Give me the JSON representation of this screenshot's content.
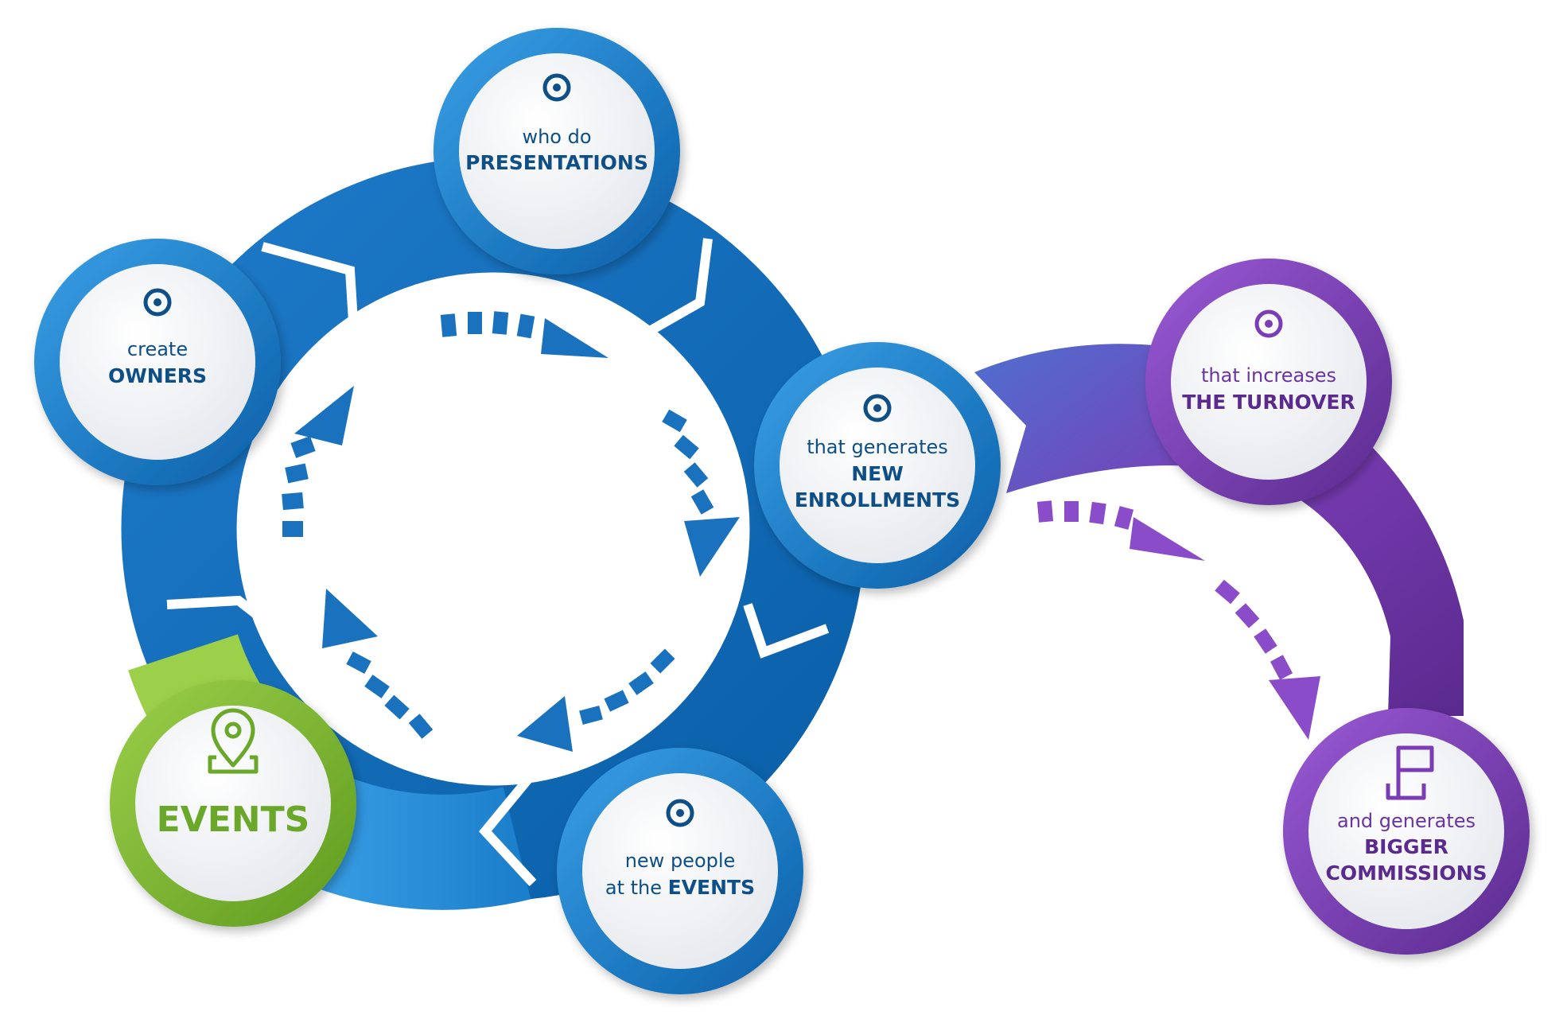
{
  "colors": {
    "blue_dark": "#0a5fa8",
    "blue_mid": "#1f86d1",
    "blue_light": "#3aa0e6",
    "blue_text": "#0d4f86",
    "green": "#7dbb2e",
    "green_light": "#9ccf4a",
    "green_text": "#5f9b1f",
    "purple_dark": "#5a2a8e",
    "purple_mid": "#7a3db5",
    "purple_light": "#9a5ad6",
    "purple_text": "#5b2a8f"
  },
  "nodes": {
    "presentations": {
      "line1": "who do",
      "line2": "PRESENTATIONS",
      "icon": "target-icon"
    },
    "owners": {
      "line1": "create",
      "line2": "OWNERS",
      "icon": "target-icon"
    },
    "enrollments": {
      "line1": "that generates",
      "line2": "NEW",
      "line3": "ENROLLMENTS",
      "icon": "target-icon"
    },
    "new_people": {
      "line1": "new people",
      "line2a": "at the ",
      "line2b": "EVENTS",
      "icon": "target-icon"
    },
    "events": {
      "label": "EVENTS",
      "icon": "location-pin-icon"
    },
    "turnover": {
      "line1": "that increases",
      "line2": "THE TURNOVER",
      "icon": "target-icon"
    },
    "commissions": {
      "line1": "and generates",
      "line2": "BIGGER",
      "line3": "COMMISSIONS",
      "icon": "flag-icon"
    }
  }
}
